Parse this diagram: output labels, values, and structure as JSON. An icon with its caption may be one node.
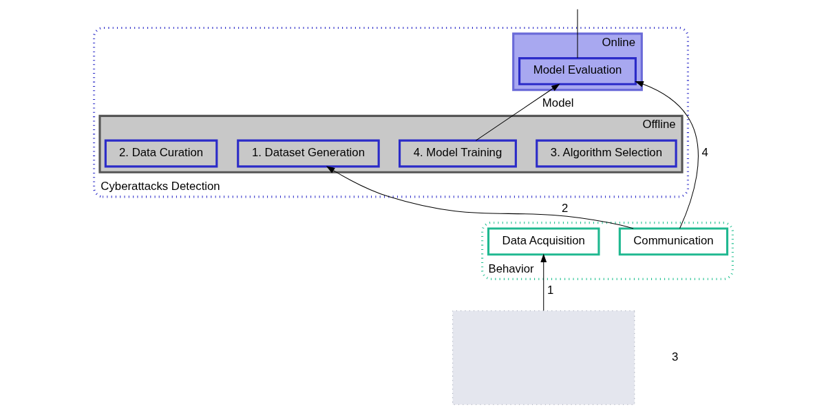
{
  "diagram": {
    "nodes": [
      {
        "text": [
          "Cyberattacks Detection"
        ]
      },
      {
        "text": [
          "Offline"
        ],
        "in": 0
      },
      {
        "text": [
          "3. Algorithm Selection"
        ],
        "in": 1
      },
      {
        "text": [
          "4. Model Training"
        ],
        "in": 1
      },
      {
        "text": [
          "1. Dataset Generation"
        ],
        "in": 1
      },
      {
        "text": [
          "2. Data Curation"
        ],
        "in": 1
      },
      {
        "text": [
          "Online"
        ],
        "in": 0
      },
      {
        "text": [
          "Model Evaluation"
        ],
        "in": 6
      },
      {
        "text": [
          "Behavior"
        ]
      },
      {
        "text": [
          "Communication"
        ],
        "in": 8
      },
      {
        "text": [
          "Data Acquisition"
        ],
        "in": 8
      },
      {
        "text": [],
        "shape": "box"
      }
    ],
    "edges": [
      {
        "from": 3,
        "to": 7,
        "arrow": "to",
        "label": "Model"
      },
      {
        "from": 9,
        "to": 4,
        "arrow": "to",
        "label": "2"
      },
      {
        "from": 9,
        "to": 7,
        "arrow": "to",
        "label": "4"
      },
      {
        "from": 11,
        "to": 10,
        "arrow": "to",
        "label": "1"
      },
      {
        "from": 7,
        "to": null,
        "arrow": "none"
      }
    ],
    "labels": [
      "3"
    ]
  }
}
